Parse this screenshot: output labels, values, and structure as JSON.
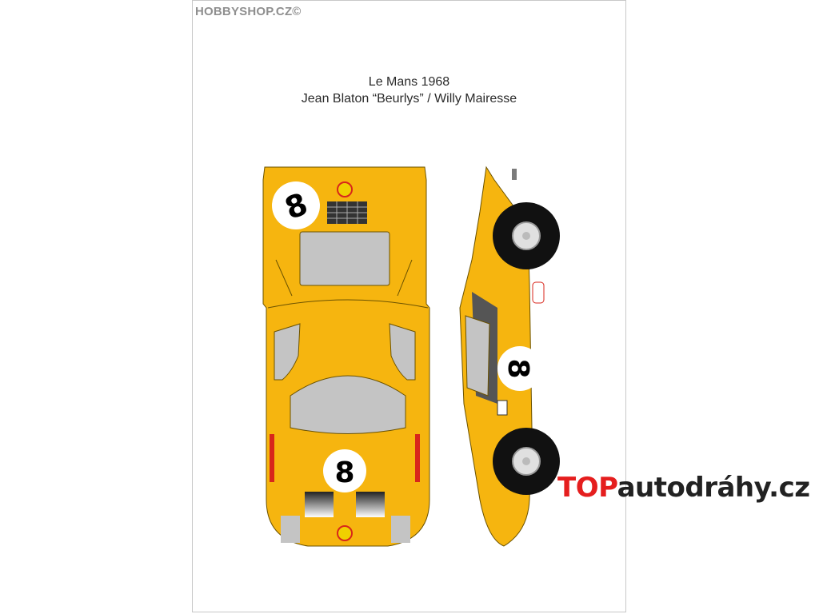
{
  "watermark": "HOBBYSHOP.CZ©",
  "title": {
    "line1": "Le Mans 1968",
    "line2": "Jean Blaton “Beurlys” / Willy Mairesse"
  },
  "car": {
    "race_number": "8",
    "body_color": "#f6b50f",
    "glass_color": "#c4c4c4",
    "tire_color": "#111111"
  },
  "brand": {
    "prefix": "TOP",
    "suffix": "autodráhy.cz",
    "prefix_color": "#e51e1e"
  }
}
